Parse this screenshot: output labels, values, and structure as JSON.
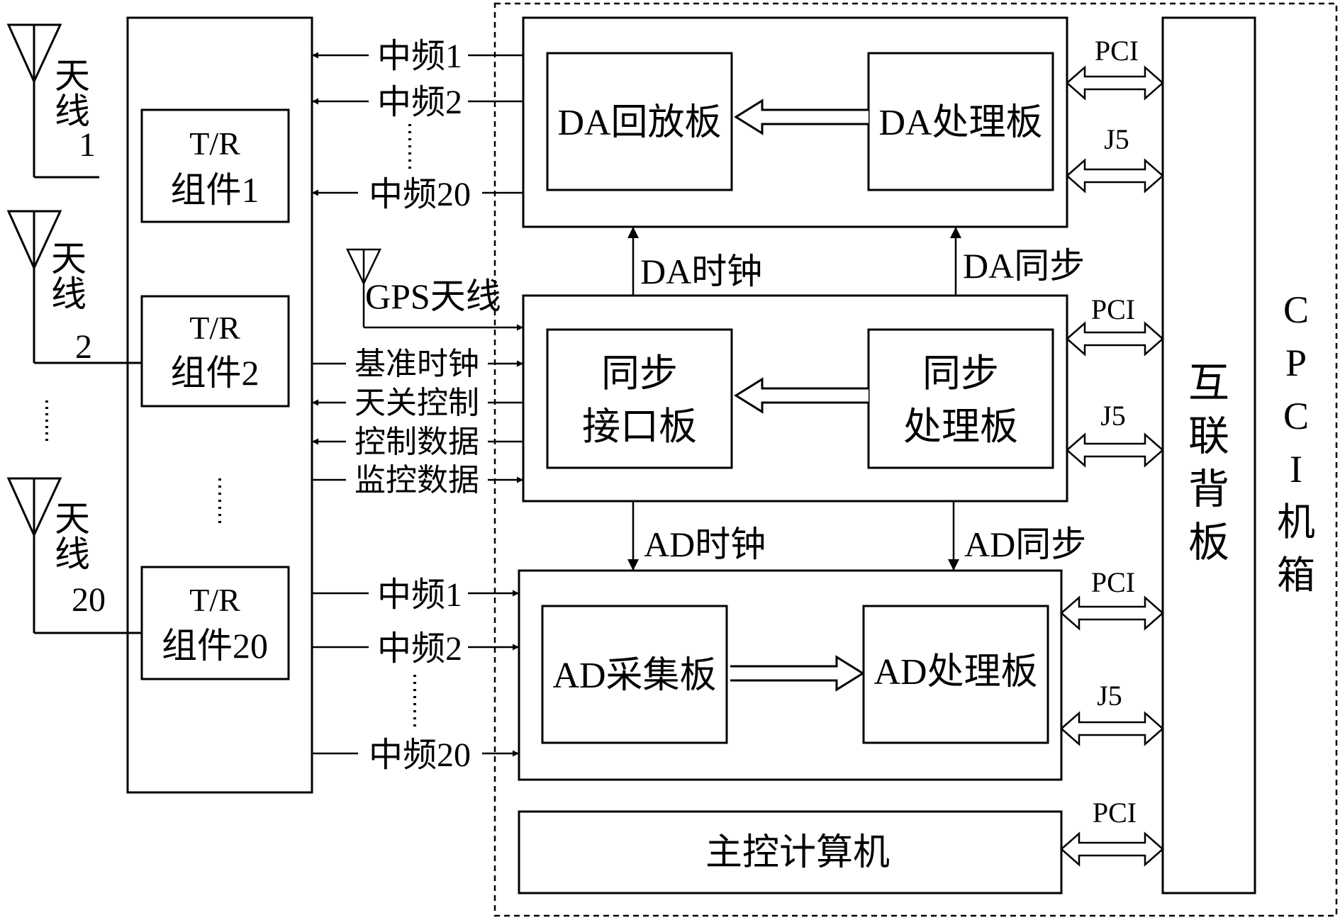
{
  "antennas": [
    {
      "name": "天线",
      "num": "1"
    },
    {
      "name": "天线",
      "num": "2"
    },
    {
      "name": "天线",
      "num": "20"
    }
  ],
  "tr_modules": [
    {
      "line1": "T/R",
      "line2": "组件1"
    },
    {
      "line1": "T/R",
      "line2": "组件2"
    },
    {
      "line1": "T/R",
      "line2": "组件20"
    }
  ],
  "da_if": [
    "中频1",
    "中频2",
    "中频20"
  ],
  "ad_if": [
    "中频1",
    "中频2",
    "中频20"
  ],
  "gps_label": "GPS天线",
  "sync_signals": [
    "基准时钟",
    "天关控制",
    "控制数据",
    "监控数据"
  ],
  "boards": {
    "da_playback": "DA回放板",
    "da_processing": "DA处理板",
    "sync_interface": [
      "同步",
      "接口板"
    ],
    "sync_processing": [
      "同步",
      "处理板"
    ],
    "ad_acquisition": "AD采集板",
    "ad_processing": "AD处理板",
    "master": "主控计算机"
  },
  "clock_labels": {
    "da_clock": "DA时钟",
    "da_sync": "DA同步",
    "ad_clock": "AD时钟",
    "ad_sync": "AD同步"
  },
  "bus": {
    "pci": "PCI",
    "j5": "J5"
  },
  "backplane": [
    "互",
    "联",
    "背",
    "板"
  ],
  "chassis": [
    "C",
    "P",
    "C",
    "I",
    "机",
    "箱"
  ]
}
